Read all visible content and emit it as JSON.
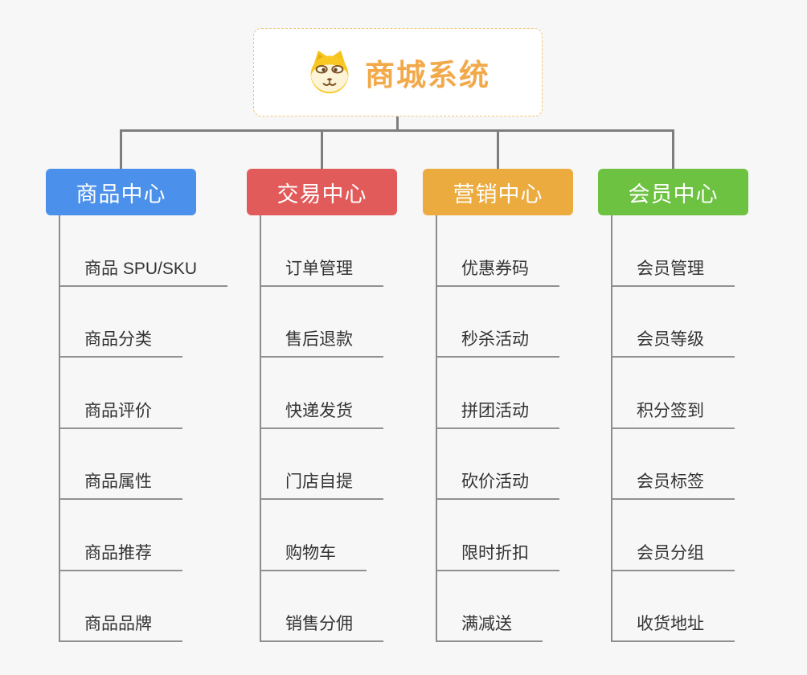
{
  "root": {
    "title": "商城系统",
    "icon": "doge-icon"
  },
  "branches": [
    {
      "label": "商品中心",
      "color": "#4b90ea",
      "children": [
        "商品 SPU/SKU",
        "商品分类",
        "商品评价",
        "商品属性",
        "商品推荐",
        "商品品牌"
      ]
    },
    {
      "label": "交易中心",
      "color": "#e25b5b",
      "children": [
        "订单管理",
        "售后退款",
        "快递发货",
        "门店自提",
        "购物车",
        "销售分佣"
      ]
    },
    {
      "label": "营销中心",
      "color": "#ecab3e",
      "children": [
        "优惠券码",
        "秒杀活动",
        "拼团活动",
        "砍价活动",
        "限时折扣",
        "满减送"
      ]
    },
    {
      "label": "会员中心",
      "color": "#6dc242",
      "children": [
        "会员管理",
        "会员等级",
        "积分签到",
        "会员标签",
        "会员分组",
        "收货地址"
      ]
    }
  ],
  "colors": {
    "background": "#f7f7f7",
    "root_border": "#f0c678",
    "root_title_text": "#f2a94a",
    "connector_line": "#7e7e7e",
    "child_underline": "#919191",
    "child_text": "#333333",
    "branch_text": "#ffffff"
  }
}
